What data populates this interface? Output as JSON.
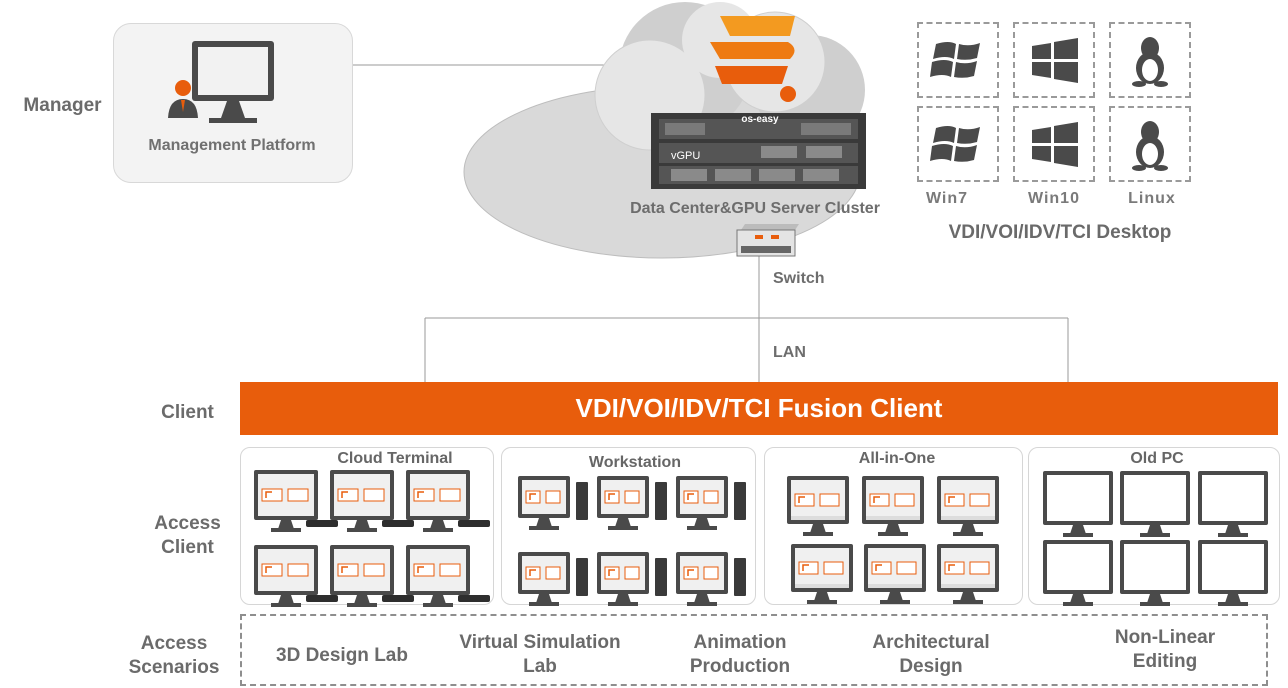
{
  "labels": {
    "manager": "Manager",
    "client": "Client",
    "access_client": "Access Client",
    "access_scenarios": "Access Scenarios"
  },
  "manager_box": {
    "text": "Management Platform"
  },
  "datacenter": {
    "label": "Data Center&GPU Server Cluster",
    "brand": "os-easy",
    "vgpu": "vGPU",
    "switch": "Switch",
    "lan": "LAN"
  },
  "desktops": {
    "label": "VDI/VOI/IDV/TCI Desktop",
    "os": [
      {
        "name": "Win7",
        "icon": "win7-icon"
      },
      {
        "name": "Win10",
        "icon": "win10-icon"
      },
      {
        "name": "Linux",
        "icon": "linux-icon"
      }
    ]
  },
  "fusion_client": "VDI/VOI/IDV/TCI Fusion Client",
  "access_clients": [
    "Cloud Terminal",
    "Workstation",
    "All-in-One",
    "Old PC"
  ],
  "scenarios": [
    "3D Design Lab",
    "Virtual Simulation Lab",
    "Animation Production",
    "Architectural Design",
    "Non-Linear Editing"
  ],
  "colors": {
    "accent": "#e85d0c",
    "gray": "#4a4a4a",
    "light": "#f3f3f3"
  }
}
